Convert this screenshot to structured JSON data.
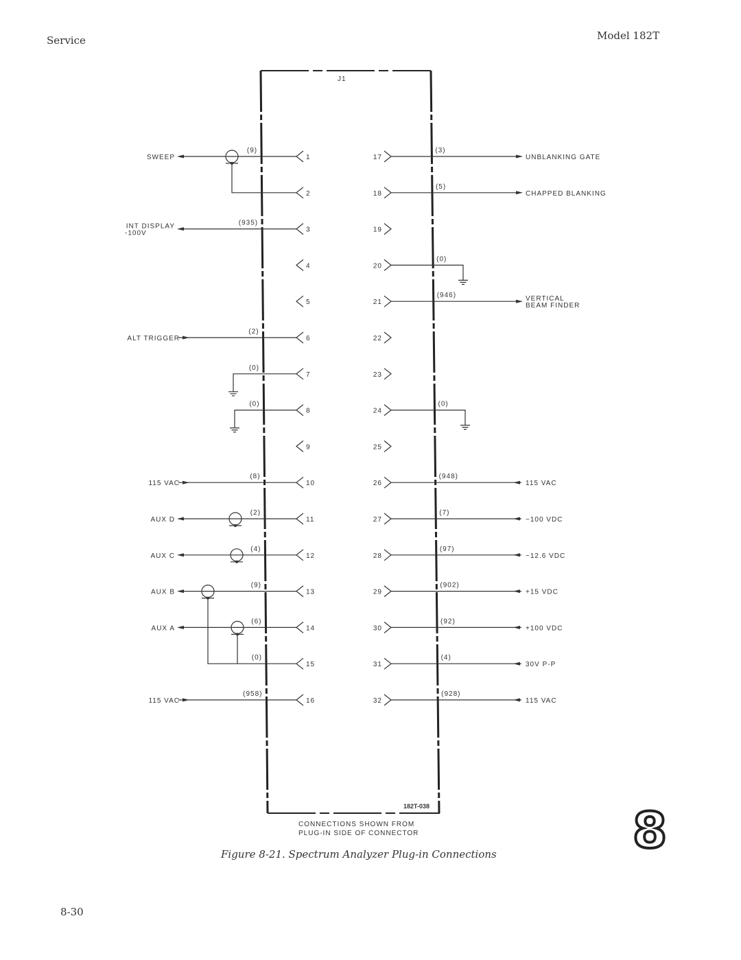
{
  "header": {
    "section": "Service",
    "model": "Model 182T"
  },
  "footer": {
    "page_number": "8-30",
    "chapter_tab": "8"
  },
  "figure": {
    "caption": "Figure 8-21. Spectrum Analyzer Plug-in Connections",
    "connector": "J1",
    "drawing_number": "182T-038",
    "note_line1": "CONNECTIONS SHOWN FROM",
    "note_line2": "PLUG-IN SIDE OF CONNECTOR"
  },
  "left_pins": [
    {
      "pin": "1",
      "wire": "(9)",
      "label": "SWEEP",
      "dir": "out",
      "symbol": "coax"
    },
    {
      "pin": "2",
      "wire": "",
      "label": "",
      "dir": "",
      "symbol": "shield"
    },
    {
      "pin": "3",
      "wire": "(935)",
      "label": "INT DISPLAY",
      "label2": "-100V",
      "dir": "out",
      "symbol": ""
    },
    {
      "pin": "4",
      "wire": "",
      "label": "",
      "dir": "",
      "symbol": ""
    },
    {
      "pin": "5",
      "wire": "",
      "label": "",
      "dir": "",
      "symbol": ""
    },
    {
      "pin": "6",
      "wire": "(2)",
      "label": "ALT TRIGGER",
      "dir": "in",
      "symbol": ""
    },
    {
      "pin": "7",
      "wire": "(0)",
      "label": "",
      "dir": "",
      "symbol": "ground"
    },
    {
      "pin": "8",
      "wire": "(0)",
      "label": "",
      "dir": "",
      "symbol": "ground"
    },
    {
      "pin": "9",
      "wire": "",
      "label": "",
      "dir": "",
      "symbol": ""
    },
    {
      "pin": "10",
      "wire": "(8)",
      "label": "115 VAC",
      "dir": "in",
      "symbol": ""
    },
    {
      "pin": "11",
      "wire": "(2)",
      "label": "AUX D",
      "dir": "out",
      "symbol": "coax"
    },
    {
      "pin": "12",
      "wire": "(4)",
      "label": "AUX C",
      "dir": "out",
      "symbol": "coax"
    },
    {
      "pin": "13",
      "wire": "(9)",
      "label": "AUX B",
      "dir": "out",
      "symbol": "coax"
    },
    {
      "pin": "14",
      "wire": "(6)",
      "label": "AUX A",
      "dir": "out",
      "symbol": "coax"
    },
    {
      "pin": "15",
      "wire": "(0)",
      "label": "",
      "dir": "",
      "symbol": "shield"
    },
    {
      "pin": "16",
      "wire": "(958)",
      "label": "115 VAC",
      "dir": "in",
      "symbol": ""
    }
  ],
  "right_pins": [
    {
      "pin": "17",
      "wire": "(3)",
      "label": "UNBLANKING GATE",
      "dir": "out",
      "symbol": ""
    },
    {
      "pin": "18",
      "wire": "(5)",
      "label": "CHAPPED BLANKING",
      "dir": "out",
      "symbol": ""
    },
    {
      "pin": "19",
      "wire": "",
      "label": "",
      "dir": "",
      "symbol": ""
    },
    {
      "pin": "20",
      "wire": "(0)",
      "label": "",
      "dir": "",
      "symbol": "ground"
    },
    {
      "pin": "21",
      "wire": "(946)",
      "label": "VERTICAL",
      "label2": "BEAM FINDER",
      "dir": "out",
      "symbol": ""
    },
    {
      "pin": "22",
      "wire": "",
      "label": "",
      "dir": "",
      "symbol": ""
    },
    {
      "pin": "23",
      "wire": "",
      "label": "",
      "dir": "",
      "symbol": ""
    },
    {
      "pin": "24",
      "wire": "(0)",
      "label": "",
      "dir": "",
      "symbol": "ground"
    },
    {
      "pin": "25",
      "wire": "",
      "label": "",
      "dir": "",
      "symbol": ""
    },
    {
      "pin": "26",
      "wire": "(948)",
      "label": "115 VAC",
      "dir": "in",
      "symbol": ""
    },
    {
      "pin": "27",
      "wire": "(7)",
      "label": "−100 VDC",
      "dir": "in",
      "symbol": ""
    },
    {
      "pin": "28",
      "wire": "(97)",
      "label": "−12.6 VDC",
      "dir": "in",
      "symbol": ""
    },
    {
      "pin": "29",
      "wire": "(902)",
      "label": "+15 VDC",
      "dir": "in",
      "symbol": ""
    },
    {
      "pin": "30",
      "wire": "(92)",
      "label": "+100 VDC",
      "dir": "in",
      "symbol": ""
    },
    {
      "pin": "31",
      "wire": "(4)",
      "label": "30V P-P",
      "dir": "in",
      "symbol": ""
    },
    {
      "pin": "32",
      "wire": "(928)",
      "label": "115 VAC",
      "dir": "in",
      "symbol": ""
    }
  ]
}
